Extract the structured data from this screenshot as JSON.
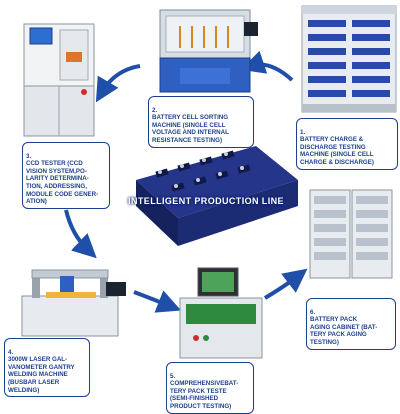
{
  "center": {
    "title": "INTELLIGENT PRODUCTION LINE"
  },
  "steps": [
    {
      "number": "1.",
      "text": "BATTERY CHARGE &\nDISCHARGE TESTING\nMACHINE (SINGLE CELL\nCHARGE & DISCHARGE)"
    },
    {
      "number": "2.",
      "text": "BATTERY CELL SORTING\nMACHINE (SINGLE CELL\nVOLTAGE AND INTERNAL\nRESISTANCE TESTING)"
    },
    {
      "number": "3.",
      "text": "CCD TESTER (CCD\nVISION SYSTEM,PO-\nLARITY DETERMINA-\nTION, ADDRESSING,\nMODULE CODE GENER-\nATION)"
    },
    {
      "number": "4.",
      "text": "3000W LASER GAL-\nVANOMETER GANTRY\nWELDING MACHINE\n(BUSBAR LASER\nWELDING)"
    },
    {
      "number": "5.",
      "text": "COMPREHENSIVEBAT-\nTERY PACK TESTE\n(SEMI-FINISHED\nPRODUCT TESTING)"
    },
    {
      "number": "6.",
      "text": "BATTERY PACK\nAGING CABINET (BAT-\nTERY PACK AGING\nTESTING)"
    }
  ],
  "colors": {
    "accent": "#1c3f8f",
    "arrow": "#1f4fa8",
    "battery": "#1c2a6e"
  }
}
